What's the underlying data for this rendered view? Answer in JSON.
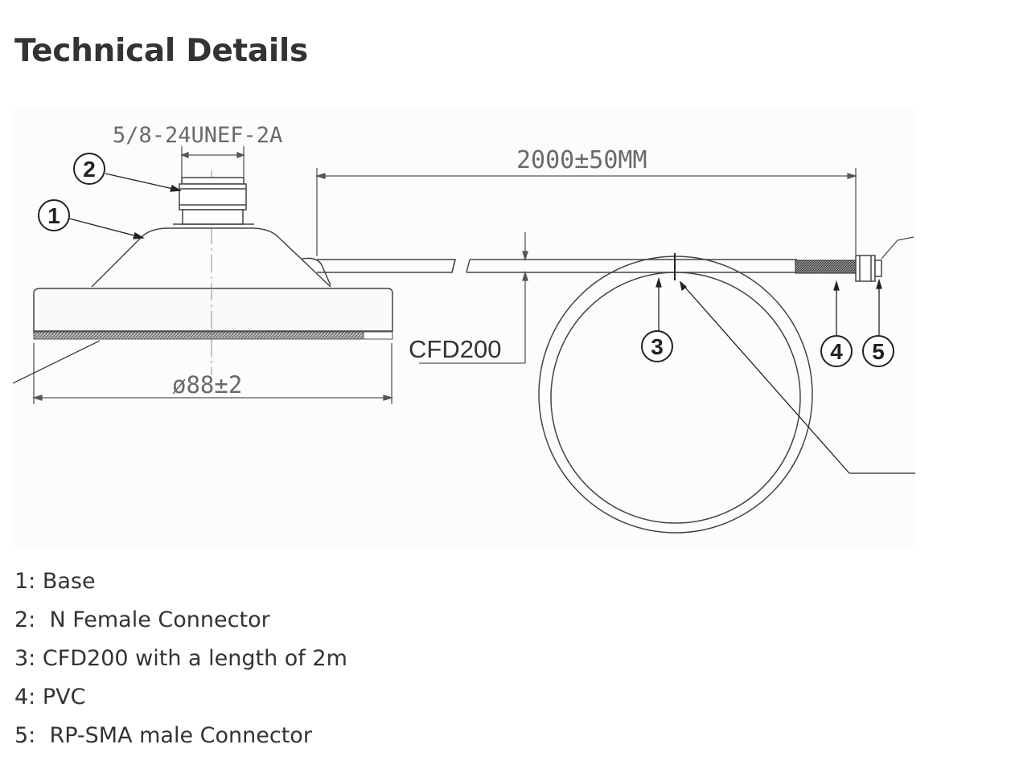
{
  "page": {
    "title": "Technical Details"
  },
  "drawing": {
    "thread_label": "5/8-24UNEF-2A",
    "length_label": "2000±50MM",
    "cable_label": "CFD200",
    "diameter_label": "ø88±2",
    "callouts": [
      "1",
      "2",
      "3",
      "4",
      "5"
    ]
  },
  "legend": [
    "1: Base",
    "2:  N Female Connector",
    "3: CFD200 with a length of 2m",
    "4: PVC",
    "5:  RP-SMA male Connector"
  ]
}
